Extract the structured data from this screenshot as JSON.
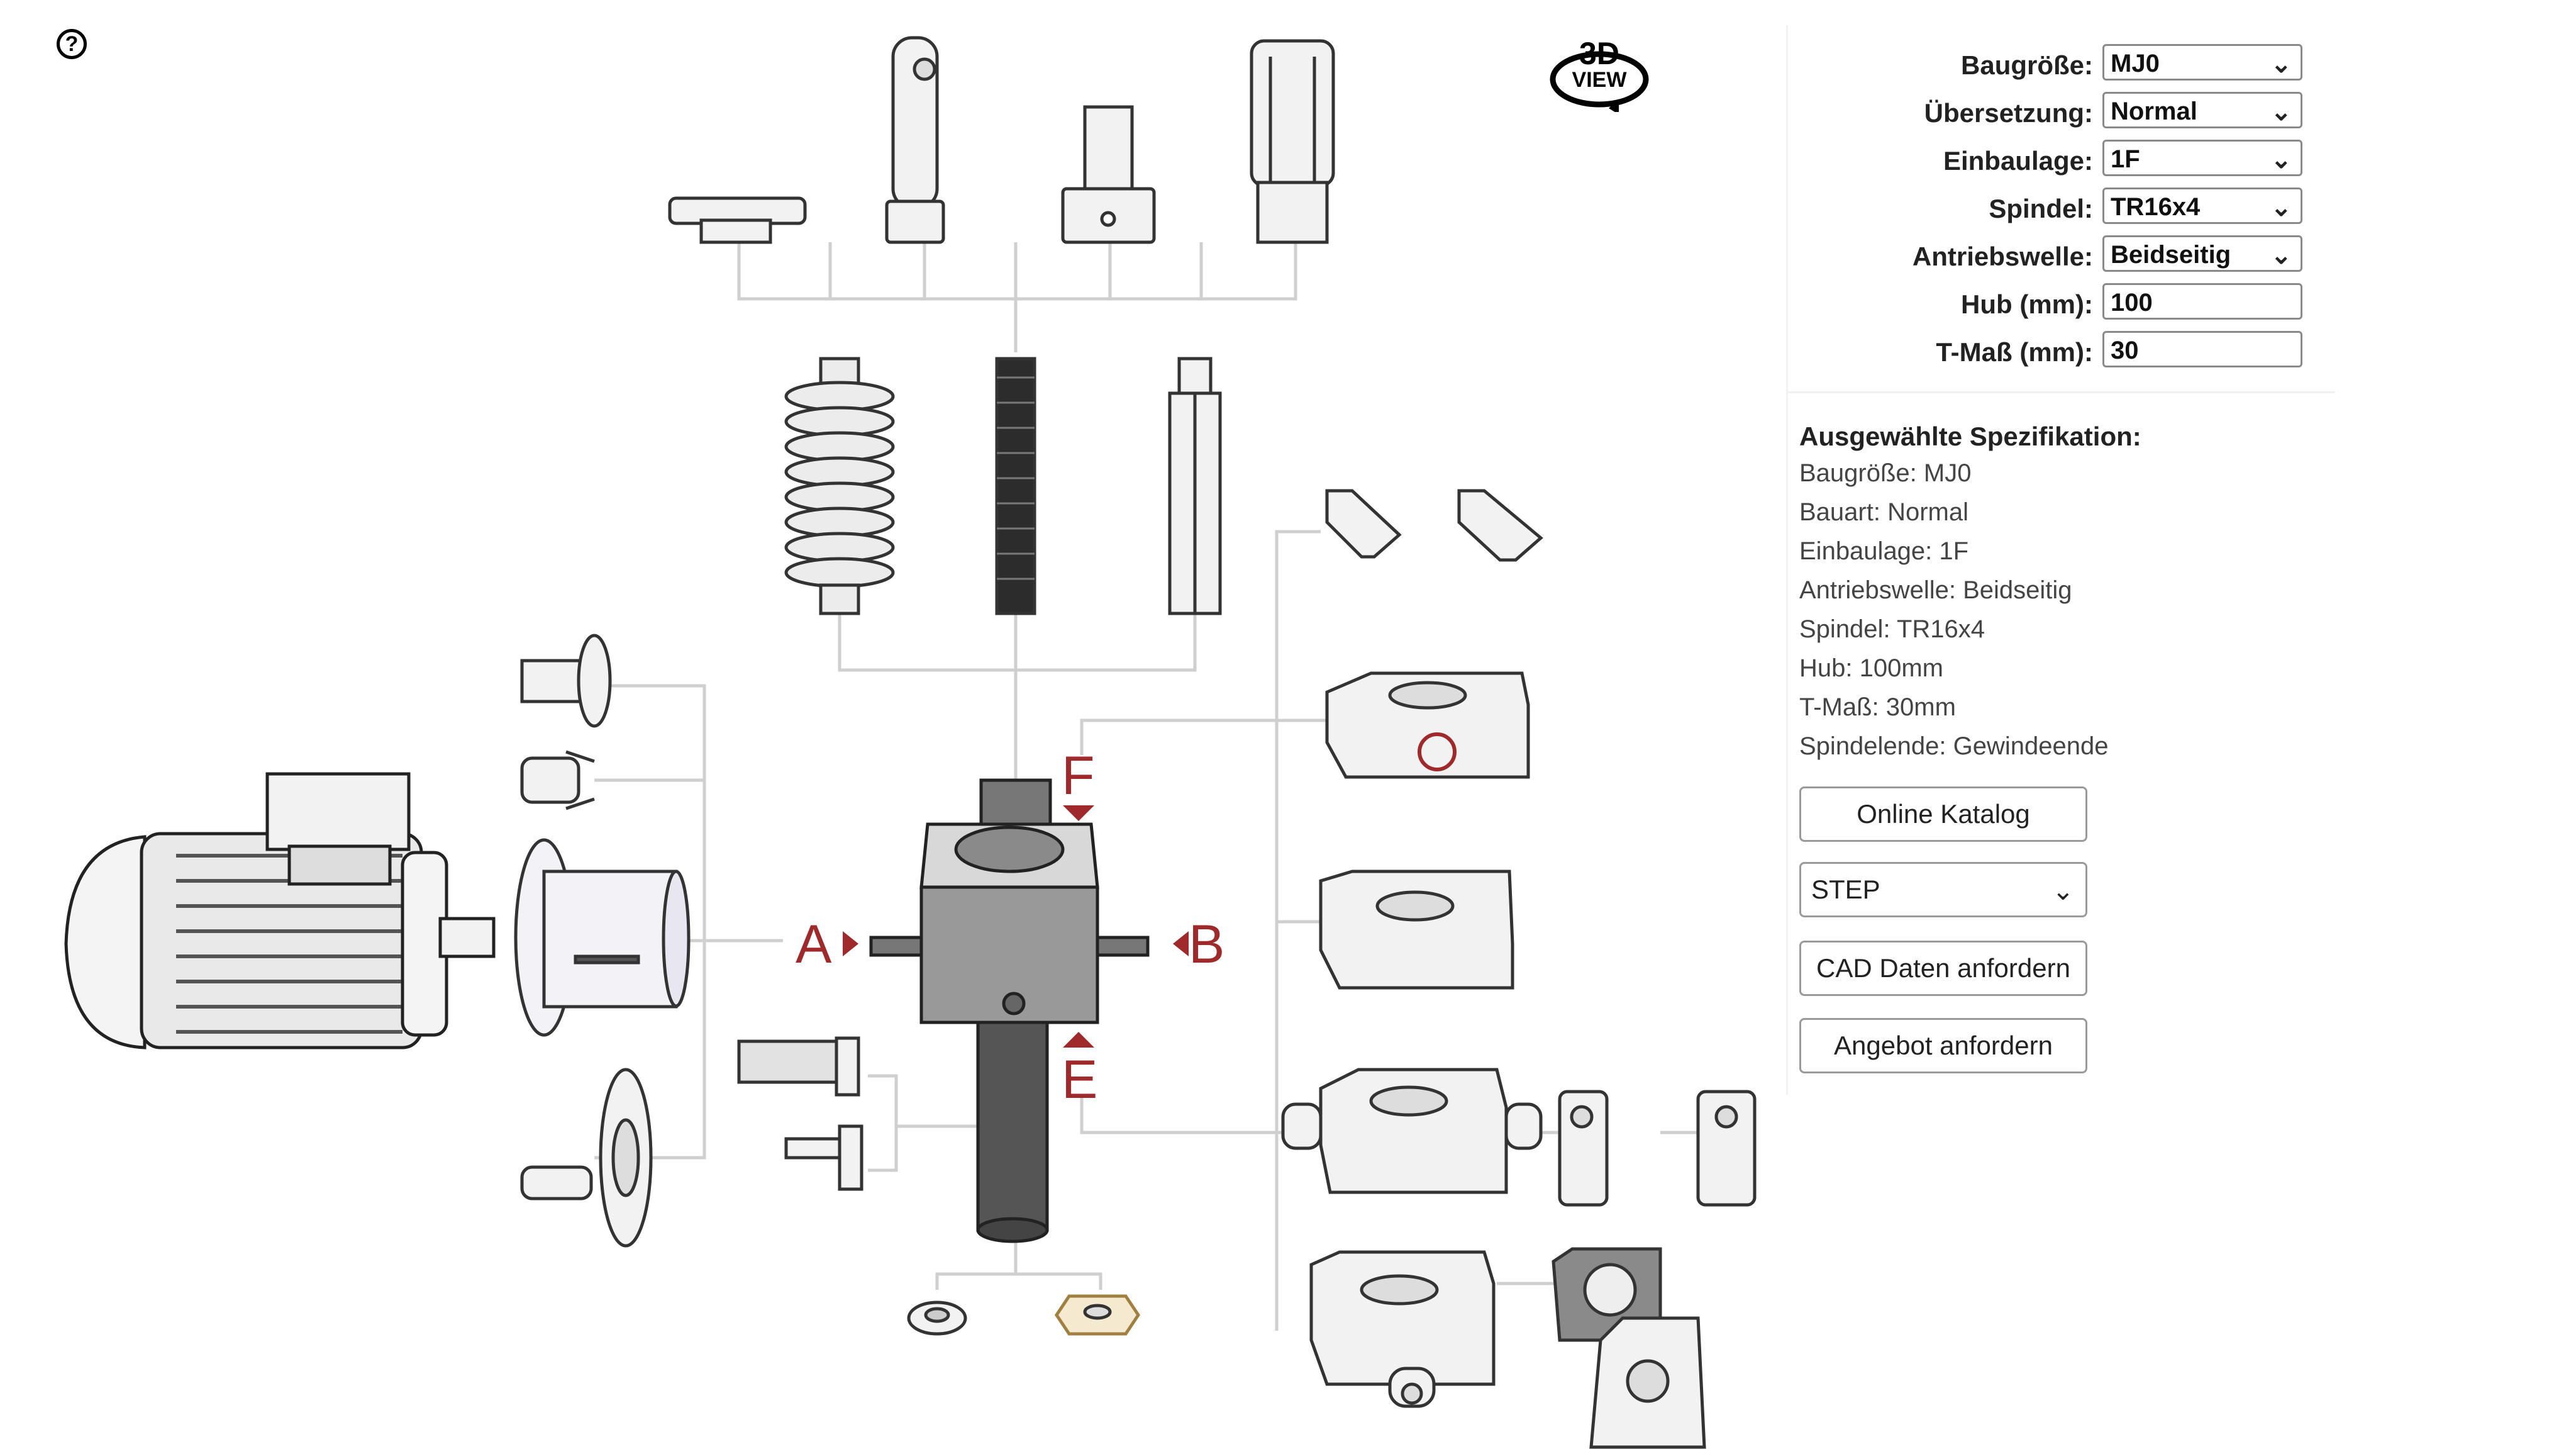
{
  "config": {
    "baugroesse": {
      "label": "Baugröße:",
      "value": "MJ0"
    },
    "uebersetzung": {
      "label": "Übersetzung:",
      "value": "Normal"
    },
    "einbaulage": {
      "label": "Einbaulage:",
      "value": "1F"
    },
    "spindel": {
      "label": "Spindel:",
      "value": "TR16x4"
    },
    "antriebswelle": {
      "label": "Antriebswelle:",
      "value": "Beidseitig"
    },
    "hub": {
      "label": "Hub (mm):",
      "value": "100"
    },
    "tmass": {
      "label": "T-Maß (mm):",
      "value": "30"
    }
  },
  "spec": {
    "title": "Ausgewählte Spezifikation:",
    "lines": [
      "Baugröße: MJ0",
      "Bauart: Normal",
      "Einbaulage: 1F",
      "Antriebswelle: Beidseitig",
      "Spindel: TR16x4",
      "Hub: 100mm",
      "T-Maß: 30mm",
      "Spindelende: Gewindeende"
    ]
  },
  "buttons": {
    "catalog": "Online Katalog",
    "format": "STEP",
    "cad": "CAD Daten anfordern",
    "offer": "Angebot anfordern"
  },
  "badge": {
    "line1": "3D",
    "line2": "VIEW"
  },
  "help": "?",
  "diagram": {
    "labels": {
      "a": "A",
      "b": "B",
      "e": "E",
      "f": "F"
    },
    "accent": "#9e2a2b",
    "line": "#c8c8c8",
    "part_fill": "#f2f2f2",
    "jack_fill": "#999999",
    "spindle_fill": "#555555"
  },
  "icons": {
    "help": "question-circle-icon",
    "dropdown": "chevron-down-icon",
    "view3d": "3d-view-icon"
  }
}
